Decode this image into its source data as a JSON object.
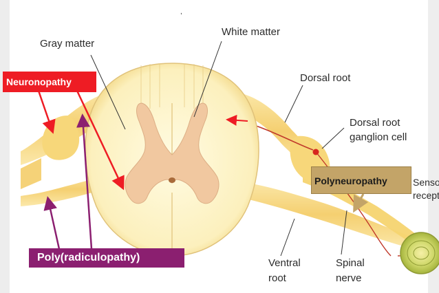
{
  "labels": {
    "gray_matter": "Gray matter",
    "white_matter": "White matter",
    "dorsal_root": "Dorsal root",
    "dorsal_root_ganglion_line1": "Dorsal root",
    "dorsal_root_ganglion_line2": "ganglion cell",
    "sensory_receptor_line1": "Sensory",
    "sensory_receptor_line2": "receptor",
    "ventral_root_line1": "Ventral",
    "ventral_root_line2": "root",
    "spinal_nerve_line1": "Spinal",
    "spinal_nerve_line2": "nerve"
  },
  "callouts": {
    "neuronopathy": "Neuronopathy",
    "polyneuropathy": "Polyneuropathy",
    "polyradiculopathy": "Poly(radiculopathy)"
  },
  "colors": {
    "neuronopathy": "#ee1c24",
    "polyneuropathy": "#c3a468",
    "polyradiculopathy": "#8b1f70",
    "white_matter": "#fdf3c0",
    "gray_matter": "#f1c8a0",
    "nerve_fibers": "#f7d77a",
    "background": "#ffffff"
  }
}
